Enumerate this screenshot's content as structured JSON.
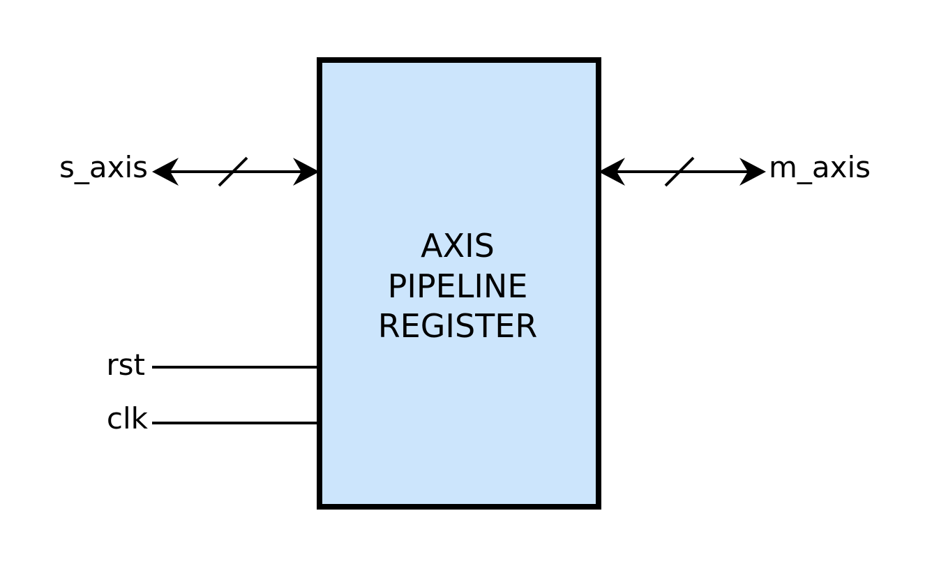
{
  "block": {
    "title_lines": [
      "AXIS",
      "PIPELINE",
      "REGISTER"
    ],
    "fill_color": "#cce5fc",
    "border_color": "#000000"
  },
  "ports": {
    "s_axis": "s_axis",
    "m_axis": "m_axis",
    "rst": "rst",
    "clk": "clk"
  },
  "line_color": "#000000"
}
